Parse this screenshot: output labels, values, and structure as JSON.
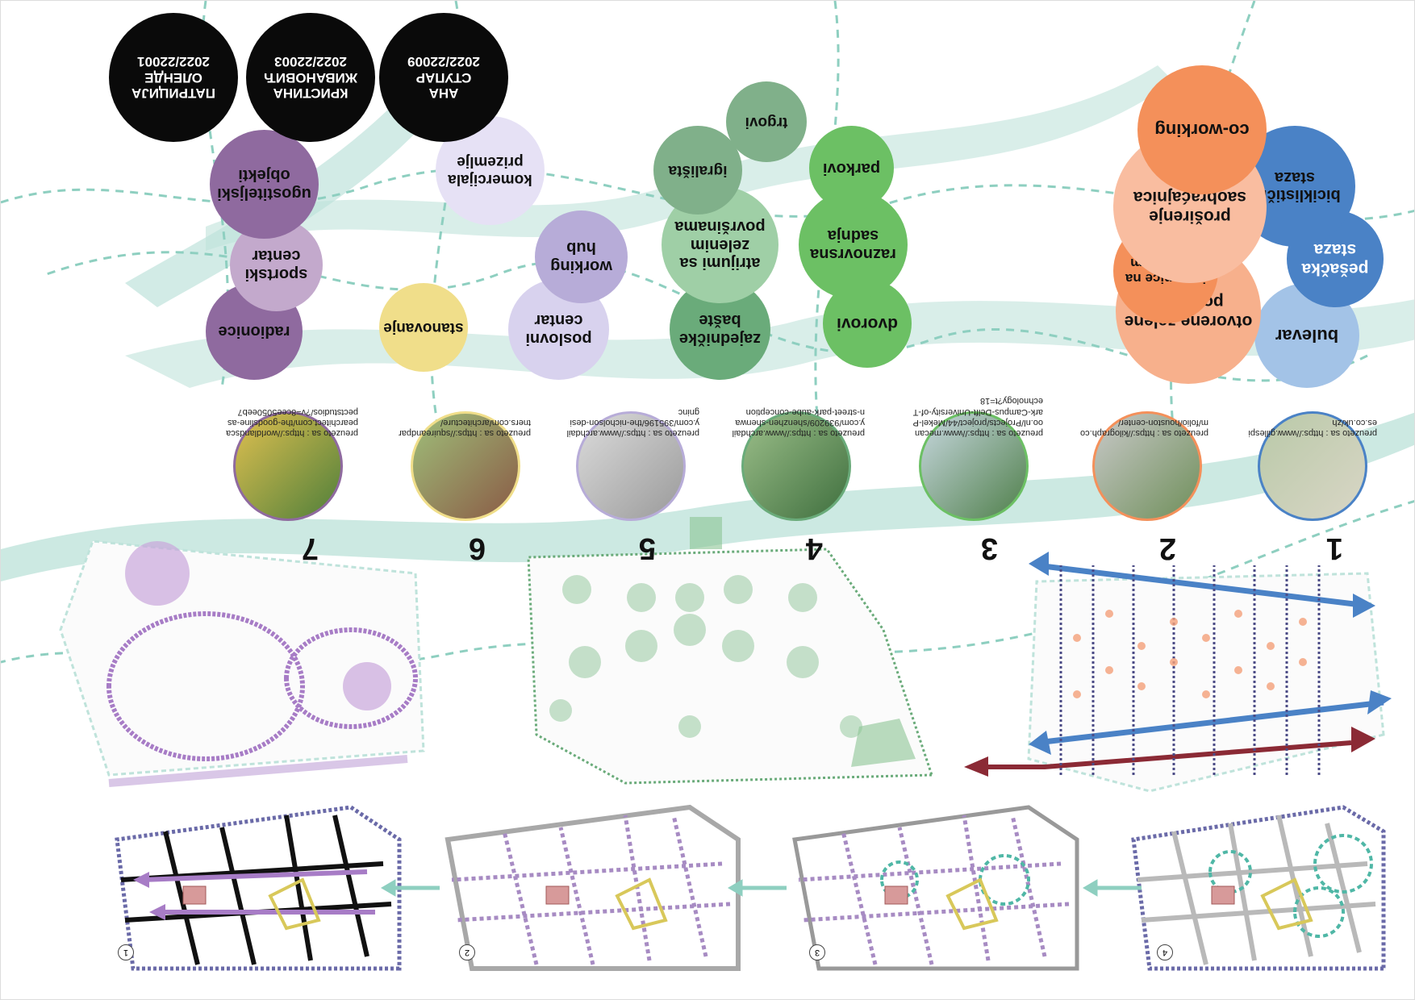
{
  "authors": [
    {
      "line1": "АНА",
      "line2": "СТУПАР",
      "line3": "2022/22009"
    },
    {
      "line1": "КРИСТИНА",
      "line2": "ЖИВАНОВИЋ",
      "line3": "2022/22003"
    },
    {
      "line1": "ПАТРИЦИЈА",
      "line2": "ОЛЕНДЕ",
      "line3": "2022/22001"
    }
  ],
  "columns": [
    {
      "number": "1",
      "color": "#4a82c6",
      "source": "preuzeto sa : https://www.gillespies.co.uk/zh",
      "bubbles": [
        "bulevar",
        "pešačka staza",
        "biciklistička staza"
      ]
    },
    {
      "number": "2",
      "color": "#f4905a",
      "source": "preuzeto sa : https://kilograph.com/folio/houston-center/",
      "bubbles": [
        "otvorene zelene površine",
        "igraonice na otvorenom",
        "proširenje saobraćajnica",
        "co-working"
      ]
    },
    {
      "number": "3",
      "color": "#6cc064",
      "source": "preuzeto sa : https://www.mecanoo.nl/Projects/project/44/Mekel-Park-Campus-Delft-University-of-Technology?t=18",
      "bubbles": [
        "dvorovi",
        "raznovrsna sadnja",
        "parkovi"
      ]
    },
    {
      "number": "4",
      "color": "#6aab7a",
      "source": "preuzeto sa : https://www.archdaily.com/939209/shenzhen-shenwan-street-park-aube-conception",
      "bubbles": [
        "zajedničke bašte",
        "atrijumi sa zelenim površinama",
        "igrališta",
        "trgovi"
      ]
    },
    {
      "number": "5",
      "color": "#b7acd8",
      "source": "preuzeto sa : https://www.archdaily.com/395196/the-nicholson-designinc",
      "bubbles": [
        "poslovni centar",
        "working hub",
        "komercijala prizemlje"
      ]
    },
    {
      "number": "6",
      "color": "#f0de8a",
      "source": "preuzeto sa : https://squireandpartners.com/architecture/",
      "bubbles": [
        "stanovanje"
      ]
    },
    {
      "number": "7",
      "color": "#8f6a9f",
      "source": "preuzeto sa : https://worldlandscapearchitect.com/the-goodsline-aspectstudios/?v=8cee5050eeb7",
      "bubbles": [
        "radionice",
        "sportski centar",
        "ugostiteljski objekti"
      ]
    }
  ],
  "panels": [
    "1",
    "2",
    "3",
    "4"
  ],
  "colors": {
    "teal_band": "#bfe3db",
    "teal_dash": "#8ecfc0",
    "blue": "#4a82c6",
    "orange": "#f4905a",
    "green": "#6cc064",
    "purple": "#8f6a9f",
    "lavender": "#d8d2ee",
    "yellow": "#f0de8a",
    "dark_red": "#8b2a35"
  }
}
